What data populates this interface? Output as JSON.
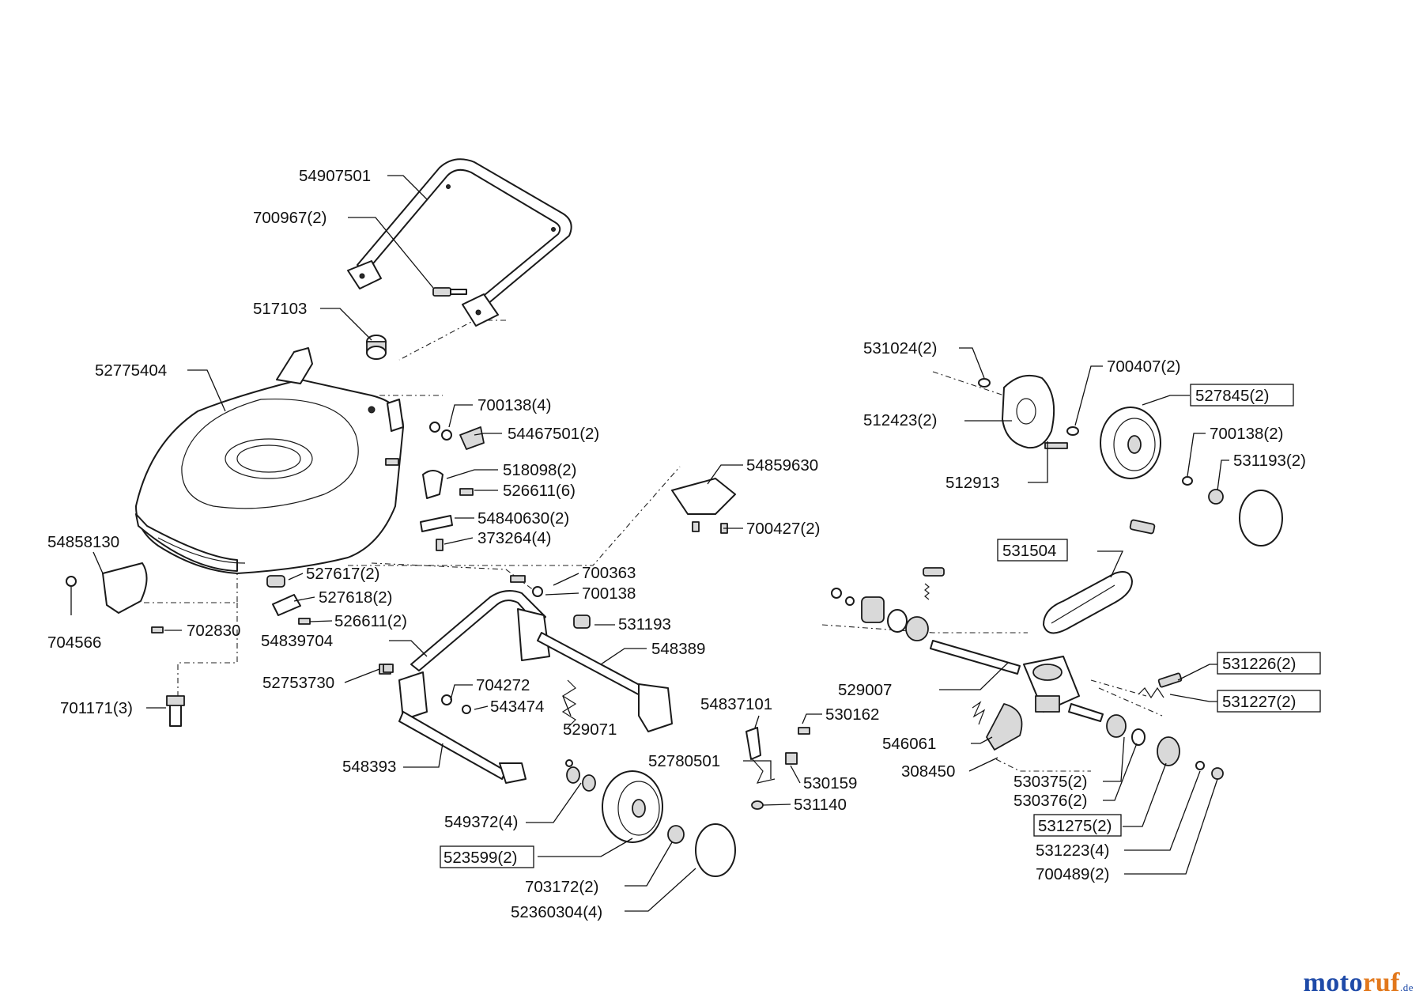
{
  "labels": {
    "l1": "54907501",
    "l2": "700967(2)",
    "l3": "517103",
    "l4": "52775404",
    "l5": "700138(4)",
    "l6": "54467501(2)",
    "l7": "518098(2)",
    "l8": "526611(6)",
    "l9": "54840630(2)",
    "l10": "373264(4)",
    "l11": "54858130",
    "l12": "704566",
    "l13": "702830",
    "l14": "527617(2)",
    "l15": "527618(2)",
    "l16": "526611(2)",
    "l17": "54839704",
    "l18": "52753730",
    "l19": "701171(3)",
    "l20": "700363",
    "l21": "700138",
    "l22": "531193",
    "l23": "548389",
    "l24": "704272",
    "l25": "543474",
    "l26": "529071",
    "l27": "548393",
    "l28": "549372(4)",
    "l29": "523599(2)",
    "l30": "703172(2)",
    "l31": "52360304(4)",
    "l32": "54859630",
    "l33": "700427(2)",
    "l34": "54837101",
    "l35": "530162",
    "l36": "52780501",
    "l37": "530159",
    "l38": "531140",
    "l39": "531024(2)",
    "l40": "700407(2)",
    "l41": "527845(2)",
    "l42": "512423(2)",
    "l43": "700138(2)",
    "l44": "531193(2)",
    "l45": "512913",
    "l46": "531504",
    "l47": "529007",
    "l48": "531226(2)",
    "l49": "531227(2)",
    "l50": "546061",
    "l51": "308450",
    "l52": "530375(2)",
    "l53": "530376(2)",
    "l54": "531275(2)",
    "l55": "531223(4)",
    "l56": "700489(2)"
  },
  "watermark": {
    "part1": "moto",
    "part2": "ruf",
    "tld": ".de"
  }
}
